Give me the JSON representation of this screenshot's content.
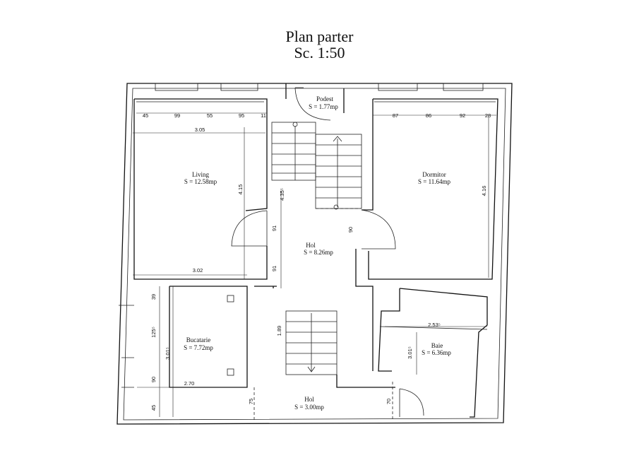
{
  "title": {
    "line1": "Plan parter",
    "line2": "Sc. 1:50"
  },
  "rooms": [
    {
      "id": "living",
      "name": "Living",
      "area": "S = 12.58mp"
    },
    {
      "id": "podest",
      "name": "Podest",
      "area": "S = 1.77mp"
    },
    {
      "id": "dormitor",
      "name": "Dormitor",
      "area": "S = 11.64mp"
    },
    {
      "id": "hol1",
      "name": "Hol",
      "area": "S = 8.26mp"
    },
    {
      "id": "bucatarie",
      "name": "Bucatarie",
      "area": "S = 7.72mp"
    },
    {
      "id": "baie",
      "name": "Baie",
      "area": "S = 6.36mp"
    },
    {
      "id": "hol2",
      "name": "Hol",
      "area": "S = 3.00mp"
    }
  ],
  "dimensions": {
    "living_top": [
      "45",
      "99",
      "55",
      "95",
      "11"
    ],
    "living_width": "3.05",
    "living_bottom": "3.02",
    "living_height": "4.15",
    "stair_height": "4.35⁵",
    "dormitor_top": [
      "87",
      "86",
      "92",
      "28"
    ],
    "dormitor_height": "4.16",
    "hol_left_1": "91",
    "hol_left_2": "91",
    "hol_right": "90",
    "bucatarie_left": [
      "39",
      "125⁵",
      "90",
      "45"
    ],
    "bucatarie_height": "3.01⁵",
    "bucatarie_width": "2.70",
    "stair2_height": "1.89",
    "hol2_left": "75",
    "baie_width": "2.53⁵",
    "baie_height": "3.01⁵",
    "hol2_right": "70"
  }
}
